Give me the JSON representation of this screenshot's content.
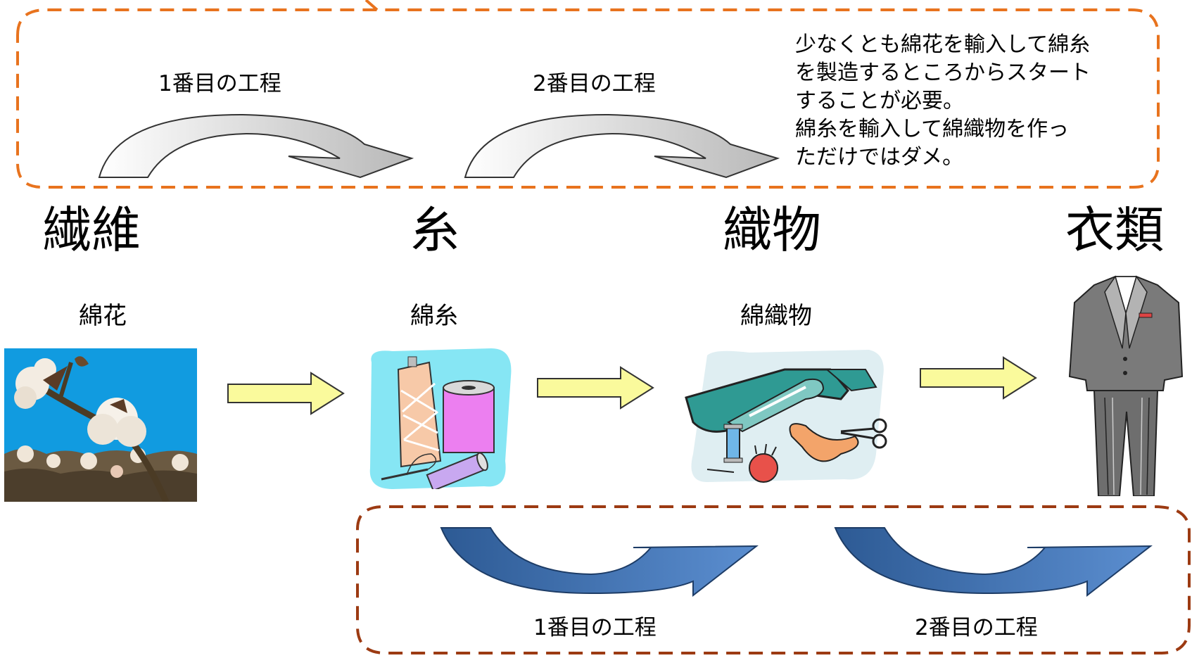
{
  "stages": {
    "fiber": "繊維",
    "yarn": "糸",
    "fabric": "織物",
    "clothing": "衣類"
  },
  "items": {
    "cotton": "綿花",
    "cotton_yarn": "綿糸",
    "cotton_fabric": "綿織物"
  },
  "top_process": {
    "first": "1番目の工程",
    "second": "2番目の工程",
    "border_color": "#e8731e"
  },
  "bottom_process": {
    "first": "1番目の工程",
    "second": "2番目の工程",
    "border_color": "#9c3a12"
  },
  "note": {
    "lines": [
      "少なくとも綿花を輸入して綿糸",
      "を製造するところからスタート",
      "することが必要。",
      "綿糸を輸入して綿織物を作っ",
      "ただけではダメ。"
    ]
  },
  "icons": [
    "cotton-plant-icon",
    "thread-spools-icon",
    "fabric-sewing-icon",
    "suit-icon"
  ],
  "colors": {
    "flow_arrow_fill": "#fafa9c",
    "top_arc_fill": "#d6d6d6",
    "bottom_arc_fill": "#4a6fa8"
  }
}
